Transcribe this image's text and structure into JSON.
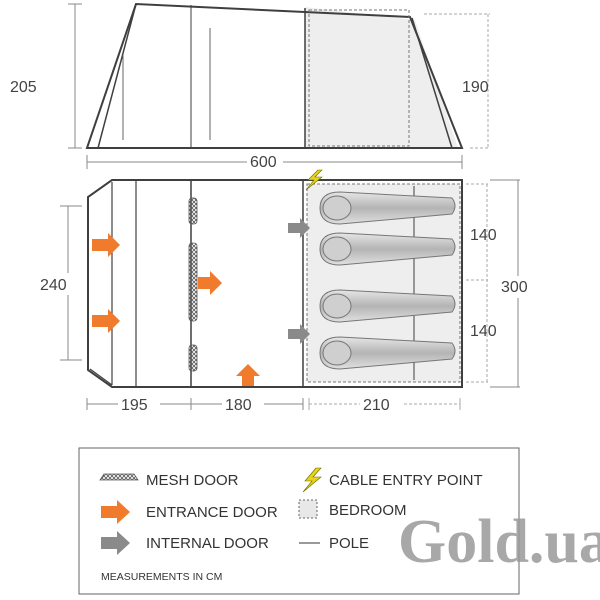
{
  "dimensions": {
    "side_height_left": "205",
    "side_height_right": "190",
    "total_length": "600",
    "width_left": "240",
    "width_right": "300",
    "bedroom_top": "140",
    "bedroom_bottom": "140",
    "section_1": "195",
    "section_2": "180",
    "section_3": "210"
  },
  "legend": {
    "mesh_door": "MESH DOOR",
    "entrance_door": "ENTRANCE DOOR",
    "internal_door": "INTERNAL DOOR",
    "cable_entry": "CABLE ENTRY POINT",
    "bedroom": "BEDROOM",
    "pole": "POLE",
    "note": "MEASUREMENTS IN CM"
  },
  "colors": {
    "orange_arrow": "#f07b2d",
    "grey_arrow": "#8a8a8a",
    "outline": "#3f3f3f",
    "bedroom_fill": "#eeeeee",
    "cable_yellow": "#e8d21c"
  },
  "icons": {
    "cable": "lightning-bolt-icon",
    "mesh": "mesh-pattern-icon"
  },
  "watermark": "Gold.ua"
}
